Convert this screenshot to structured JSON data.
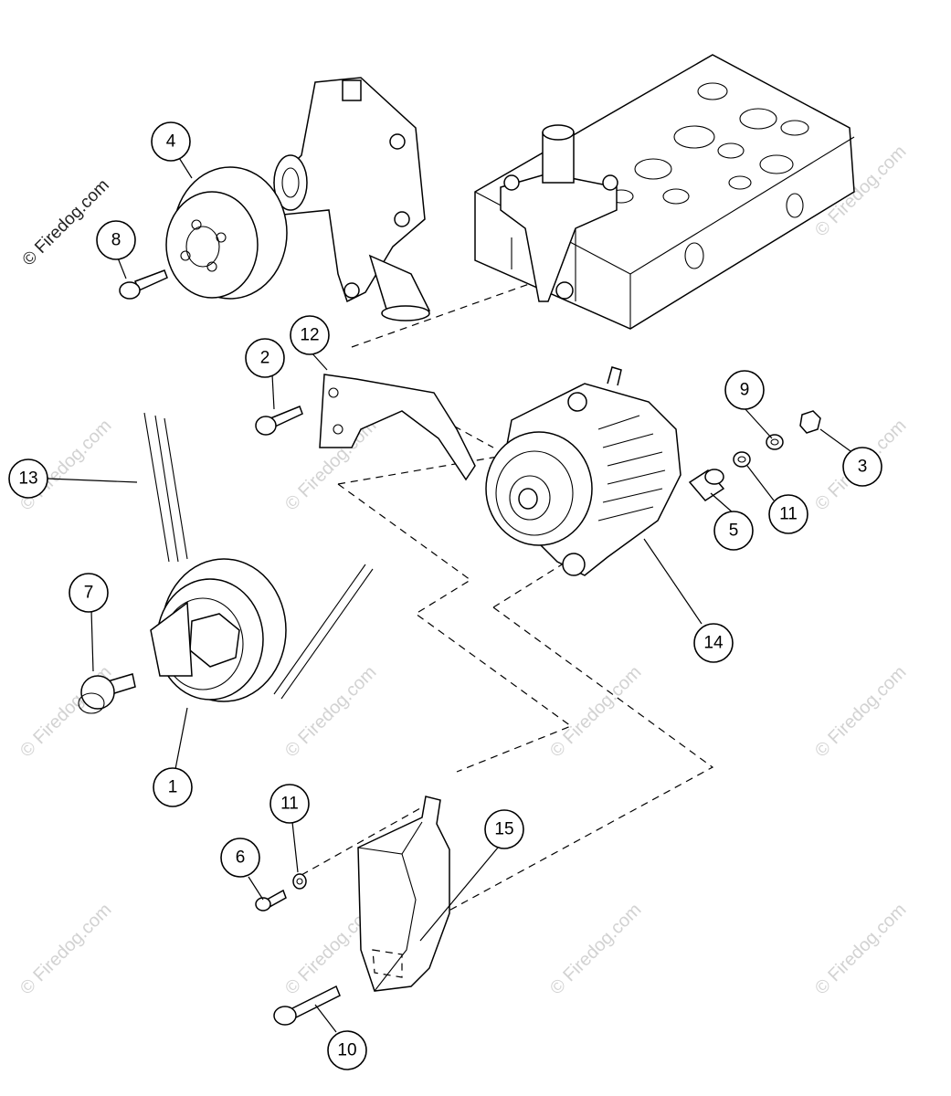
{
  "copyright": "© Firedog.com",
  "watermark": "© Firedog.com",
  "callouts": [
    "1",
    "2",
    "3",
    "4",
    "5",
    "6",
    "7",
    "8",
    "9",
    "10",
    "11",
    "11",
    "12",
    "13",
    "14",
    "15"
  ]
}
